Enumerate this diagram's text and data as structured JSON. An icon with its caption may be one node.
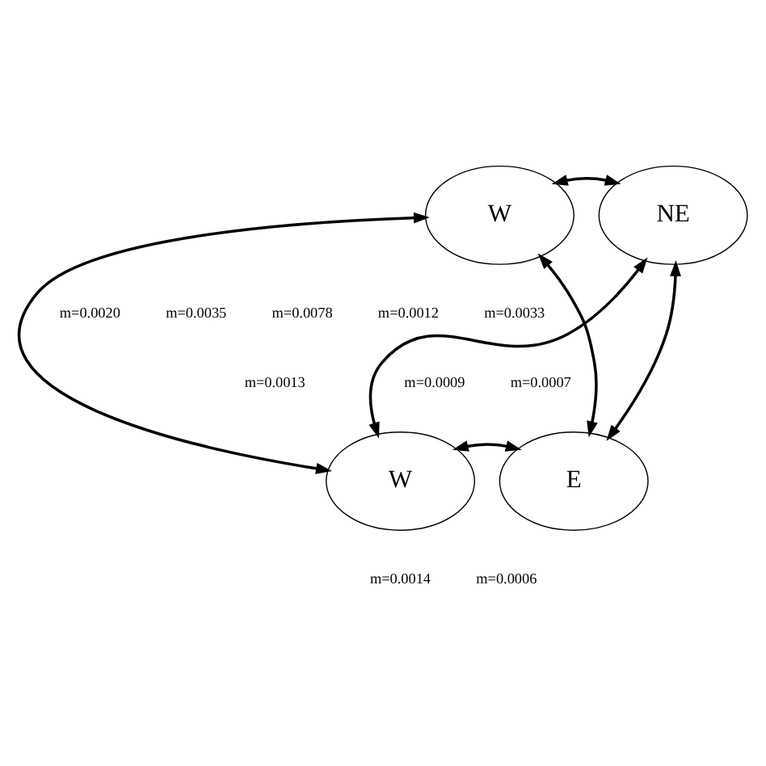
{
  "diagram": {
    "nodes": [
      {
        "text": [
          "NE"
        ]
      },
      {
        "text": [
          "W"
        ]
      },
      {
        "text": [
          "E"
        ]
      },
      {
        "text": [
          "W"
        ]
      }
    ],
    "edges": [
      {
        "from": 1,
        "to": 0,
        "arrow": "both"
      },
      {
        "from": 0,
        "to": 2,
        "arrow": "both"
      },
      {
        "from": 1,
        "to": 2,
        "arrow": "both"
      },
      {
        "from": 3,
        "to": 0,
        "arrow": "both"
      },
      {
        "from": 1,
        "to": 3,
        "arrow": "both"
      },
      {
        "from": 3,
        "to": 2,
        "arrow": "both"
      }
    ],
    "labels": [
      "m=0.0020",
      "m=0.0035",
      "m=0.0078",
      "m=0.0012",
      "m=0.0033",
      "m=0.0013",
      "m=0.0009",
      "m=0.0007",
      "m=0.0014",
      "m=0.0006"
    ]
  }
}
